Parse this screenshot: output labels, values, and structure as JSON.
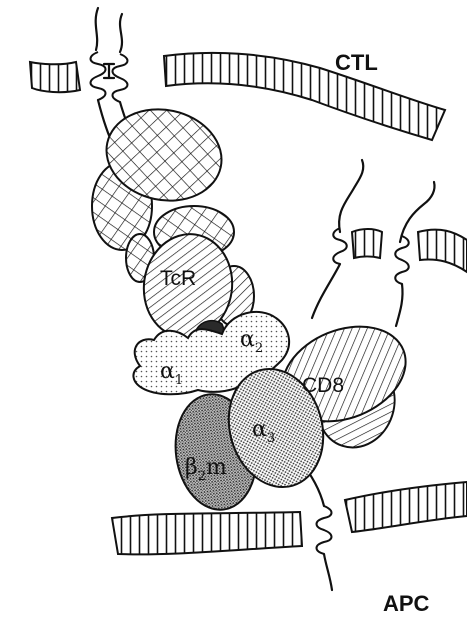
{
  "labels": {
    "ctl": "CTL",
    "apc": "APC",
    "tcr": "TcR",
    "cd8": "CD8",
    "alpha1": {
      "symbol": "α",
      "sub": "1"
    },
    "alpha2": {
      "symbol": "α",
      "sub": "2"
    },
    "alpha3": {
      "symbol": "α",
      "sub": "3"
    },
    "beta2m": {
      "symbol": "β",
      "sub": "2",
      "suffix": "m"
    }
  },
  "colors": {
    "ink": "#111111",
    "background": "#ffffff",
    "peptide": "#333333"
  }
}
